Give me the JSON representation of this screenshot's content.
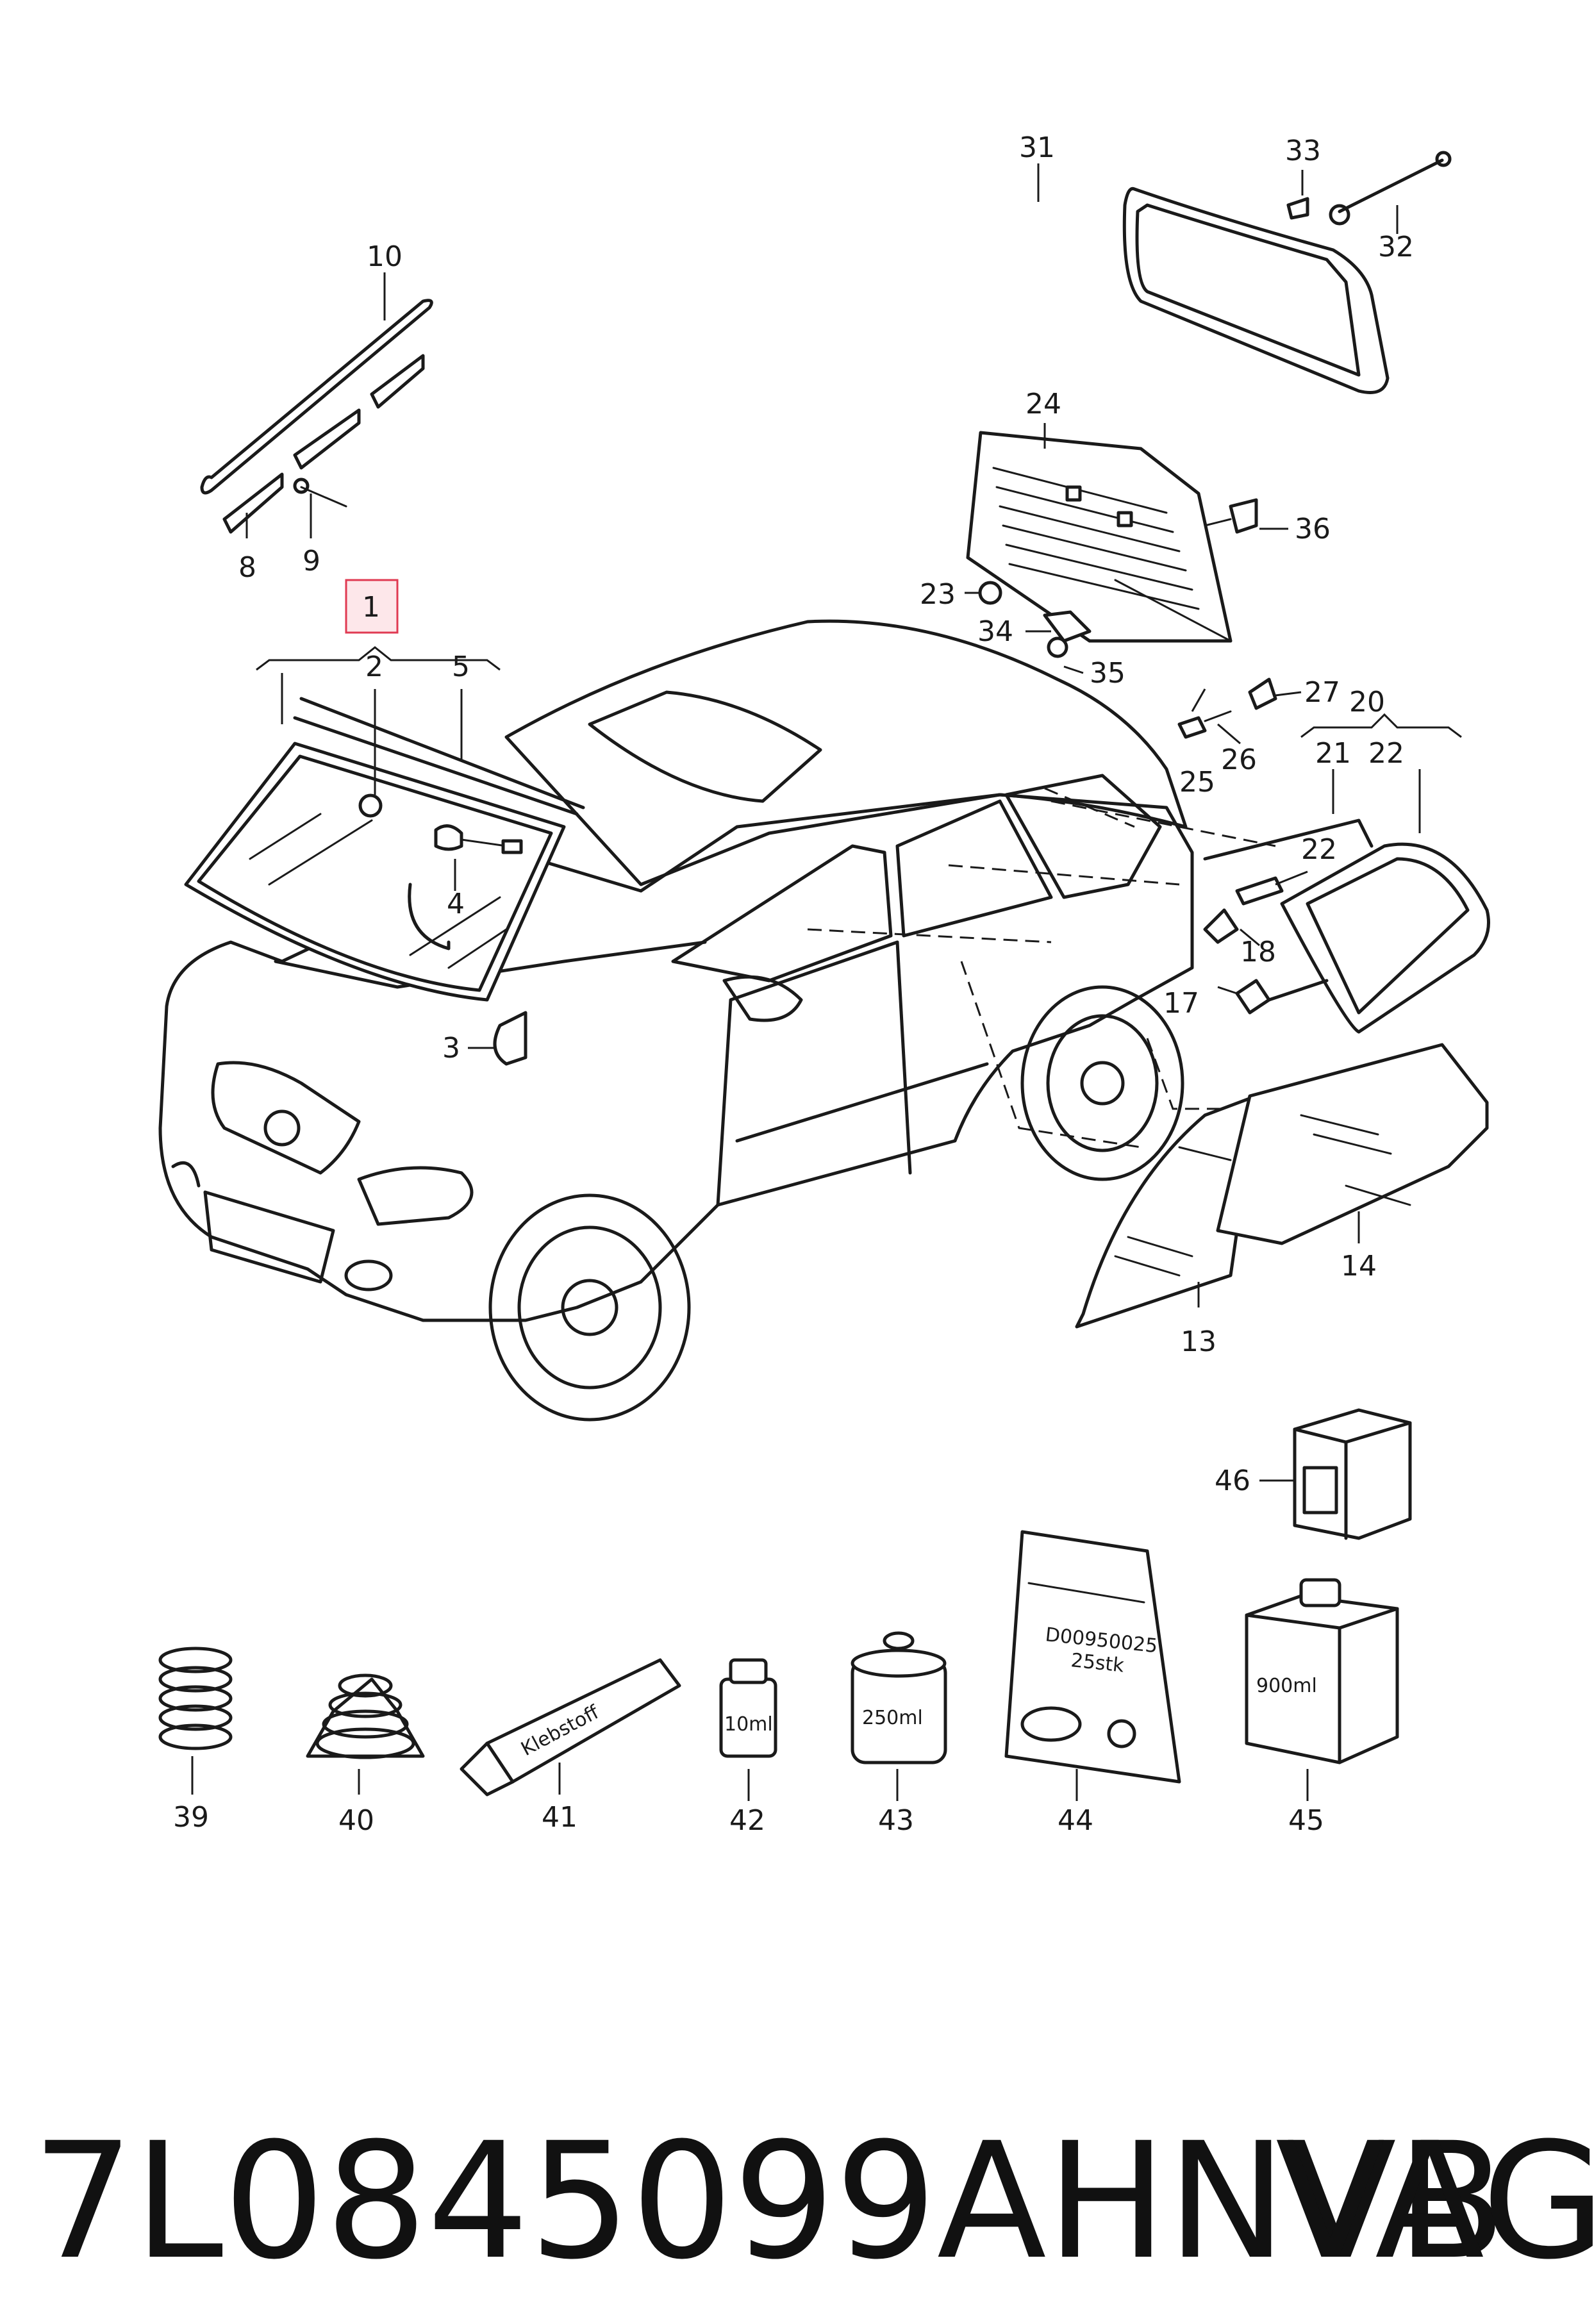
{
  "callouts": {
    "c1": "1",
    "c2": "2",
    "c3": "3",
    "c4": "4",
    "c5": "5",
    "c8": "8",
    "c9": "9",
    "c10": "10",
    "c13": "13",
    "c14": "14",
    "c17": "17",
    "c18": "18",
    "c20": "20",
    "c21": "21",
    "c22a": "22",
    "c22b": "22",
    "c23": "23",
    "c24": "24",
    "c25": "25",
    "c26": "26",
    "c27": "27",
    "c31": "31",
    "c32": "32",
    "c33": "33",
    "c34": "34",
    "c35": "35",
    "c36": "36",
    "c39": "39",
    "c40": "40",
    "c41": "41",
    "c42": "42",
    "c43": "43",
    "c44": "44",
    "c45": "45",
    "c46": "46"
  },
  "product_labels": {
    "tube": "Klebstoff",
    "small_bottle": "10ml",
    "can": "250ml",
    "bag_line1": "D00950025",
    "bag_line2": "25stk",
    "big_bottle": "900ml"
  },
  "footer": {
    "part_number": "7L0845099AHNVB",
    "manufacturer": "VAG"
  },
  "colors": {
    "line_art": "#1a1a1a",
    "highlight_fill": "#fde7ea",
    "highlight_stroke": "#e03a52"
  }
}
